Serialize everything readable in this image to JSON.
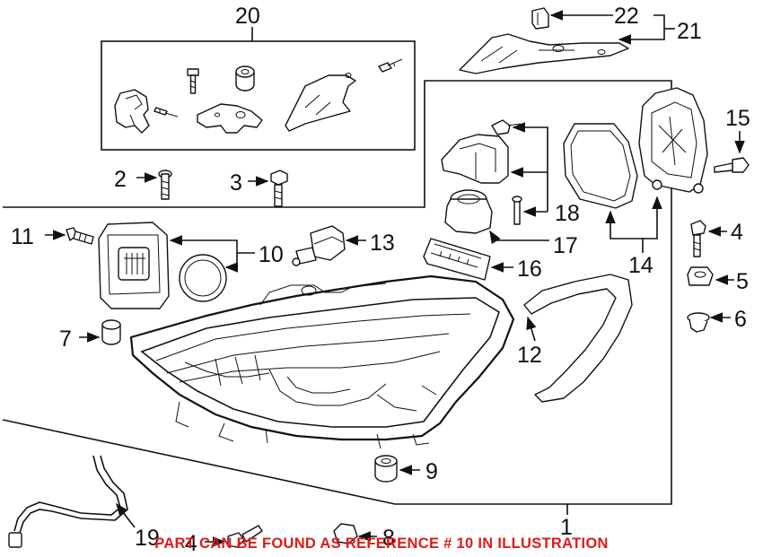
{
  "callouts": {
    "c1": "1",
    "c2": "2",
    "c3": "3",
    "c4a": "4",
    "c4b": "4",
    "c5": "5",
    "c6": "6",
    "c7": "7",
    "c8": "8",
    "c9": "9",
    "c10": "10",
    "c11": "11",
    "c12": "12",
    "c13": "13",
    "c14": "14",
    "c15": "15",
    "c16": "16",
    "c17": "17",
    "c18": "18",
    "c19": "19",
    "c20": "20",
    "c21": "21",
    "c22": "22"
  },
  "notice": "PART CAN BE FOUND AS REFERENCE # 10 IN ILLUSTRATION",
  "colors": {
    "line": "#111111",
    "notice": "#e01a1a",
    "background": "#ffffff"
  }
}
